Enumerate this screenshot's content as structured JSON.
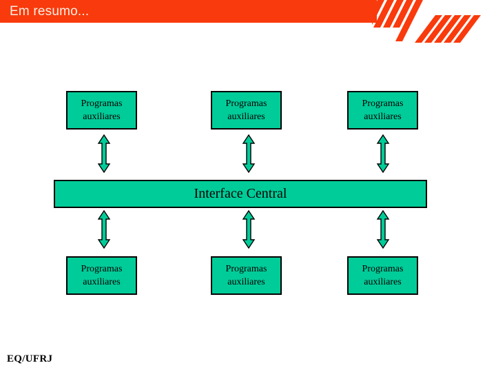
{
  "slide": {
    "title": "Em resumo...",
    "footer": "EQ/UFRJ",
    "title_bar_color": "#f93a0c",
    "title_text_color": "#fdf0e4",
    "box_fill_color": "#00cc99",
    "box_border_color": "#000000",
    "background_color": "#ffffff"
  },
  "diagram": {
    "central": {
      "label": "Interface Central"
    },
    "top_boxes": [
      {
        "line1": "Programas",
        "line2": "auxiliares"
      },
      {
        "line1": "Programas",
        "line2": "auxiliares"
      },
      {
        "line1": "Programas",
        "line2": "auxiliares"
      }
    ],
    "bottom_boxes": [
      {
        "line1": "Programas",
        "line2": "auxiliares"
      },
      {
        "line1": "Programas",
        "line2": "auxiliares"
      },
      {
        "line1": "Programas",
        "line2": "auxiliares"
      }
    ],
    "connectors": [
      {
        "name": "top-left",
        "kind": "double-headed-vertical-arrow"
      },
      {
        "name": "top-center",
        "kind": "double-headed-vertical-arrow"
      },
      {
        "name": "top-right",
        "kind": "double-headed-vertical-arrow"
      },
      {
        "name": "bottom-left",
        "kind": "double-headed-vertical-arrow"
      },
      {
        "name": "bottom-center",
        "kind": "double-headed-vertical-arrow"
      },
      {
        "name": "bottom-right",
        "kind": "double-headed-vertical-arrow"
      }
    ]
  }
}
